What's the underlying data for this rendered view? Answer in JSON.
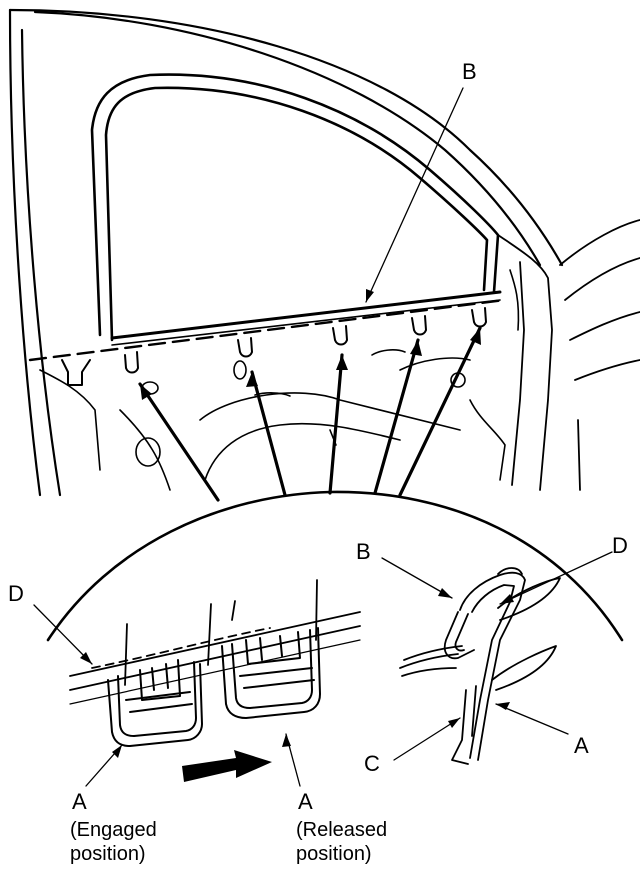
{
  "callouts": {
    "top_b": "B",
    "left_d": "D",
    "right_b": "B",
    "right_d": "D",
    "right_a": "A",
    "right_c": "C",
    "engaged_a": "A",
    "released_a": "A"
  },
  "captions": {
    "engaged_line1": "(Engaged",
    "engaged_line2": "position)",
    "released_line1": "(Released",
    "released_line2": "position)"
  },
  "colors": {
    "ink": "#000000",
    "paper": "#ffffff"
  }
}
